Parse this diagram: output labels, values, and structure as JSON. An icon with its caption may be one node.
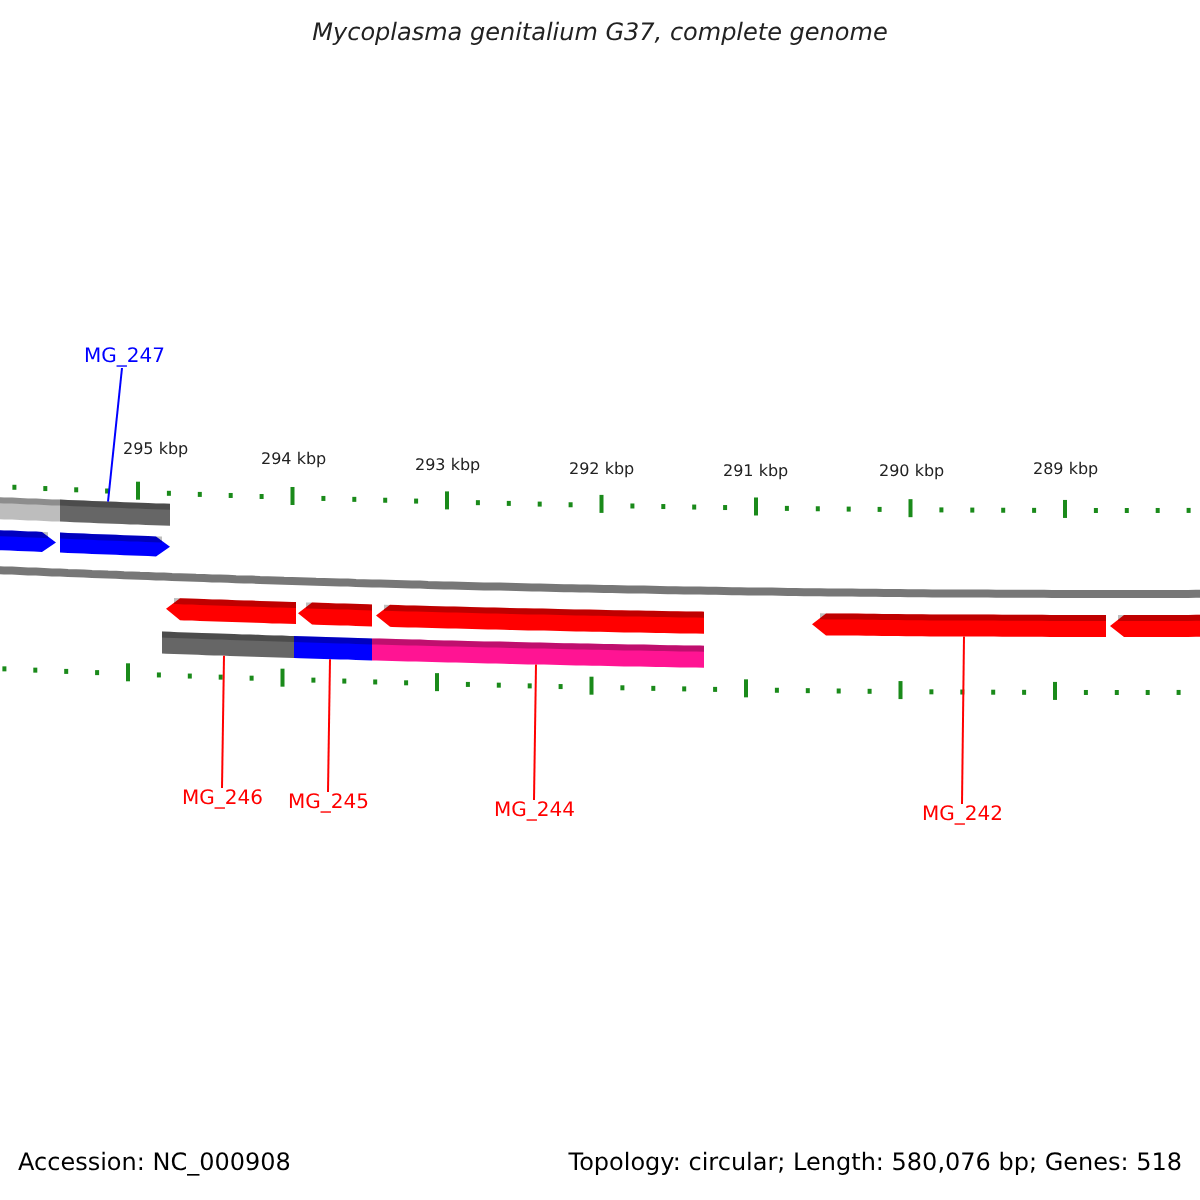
{
  "diagram": {
    "title": "Mycoplasma genitalium G37, complete genome",
    "nodes": [
      {
        "text": [
          "MG_247"
        ]
      },
      {
        "text": [
          "MG_246"
        ]
      },
      {
        "text": [
          "MG_245"
        ]
      },
      {
        "text": [
          "MG_244"
        ]
      },
      {
        "text": [
          "MG_242"
        ]
      },
      {
        "text": [],
        "shape": "bar"
      },
      {
        "text": [],
        "shape": "bar"
      },
      {
        "text": [],
        "shape": "arrow"
      },
      {
        "text": [],
        "shape": "arrow"
      },
      {
        "text": [],
        "shape": "arrow"
      },
      {
        "text": [],
        "shape": "arrow"
      },
      {
        "text": [],
        "shape": "arrow"
      },
      {
        "text": [],
        "shape": "arrow"
      },
      {
        "text": [],
        "shape": "arrow"
      },
      {
        "text": [],
        "shape": "bar"
      },
      {
        "text": [],
        "shape": "bar"
      },
      {
        "text": [],
        "shape": "bar"
      }
    ],
    "edges": [
      {
        "from": 0,
        "to": 6,
        "arrow": "none",
        "color": "#0000ff"
      },
      {
        "from": 1,
        "to": 14,
        "arrow": "none"
      },
      {
        "from": 2,
        "to": 15,
        "arrow": "none"
      },
      {
        "from": 3,
        "to": 16,
        "arrow": "none"
      },
      {
        "from": 4,
        "to": 12,
        "arrow": "none"
      }
    ],
    "labels": [
      "295 kbp",
      "294 kbp",
      "293 kbp",
      "292 kbp",
      "291 kbp",
      "290 kbp",
      "289 kbp",
      "Accession: NC_000908",
      "Topology: circular; Length: 580,076 bp; Genes: 518"
    ]
  }
}
